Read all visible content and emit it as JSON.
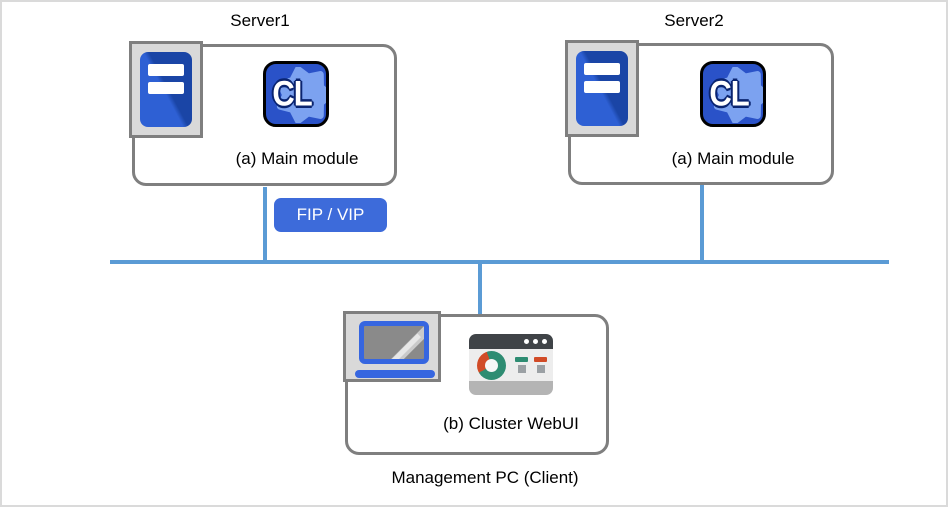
{
  "servers": [
    {
      "name": "Server1",
      "module": "(a) Main module"
    },
    {
      "name": "Server2",
      "module": "(a) Main module"
    }
  ],
  "network": {
    "badge": "FIP / VIP",
    "line_color": "#5B9BD5"
  },
  "management_pc": {
    "module": "(b) Cluster WebUI",
    "caption": "Management PC (Client)"
  },
  "cl_icon": {
    "text": "CL"
  },
  "icons": {
    "server": "server-tower-icon",
    "cluster_module": "cl-app-icon",
    "management": "laptop-icon",
    "webui": "browser-dashboard-icon"
  },
  "colors": {
    "box_border": "#7F7F7F",
    "network_line": "#5B9BD5",
    "badge_bg": "#3D6BDA",
    "cl_bg": "#2A52C8",
    "cl_gear": "#7CA2F0",
    "tower_light": "#2E60D4",
    "tower_dark": "#1A45A6",
    "icon_frame_fill": "#D9D9D9",
    "laptop_blue": "#3666E0",
    "browser_header": "#3F4347",
    "donut_green": "#2E8C72",
    "donut_red": "#D14B27"
  }
}
